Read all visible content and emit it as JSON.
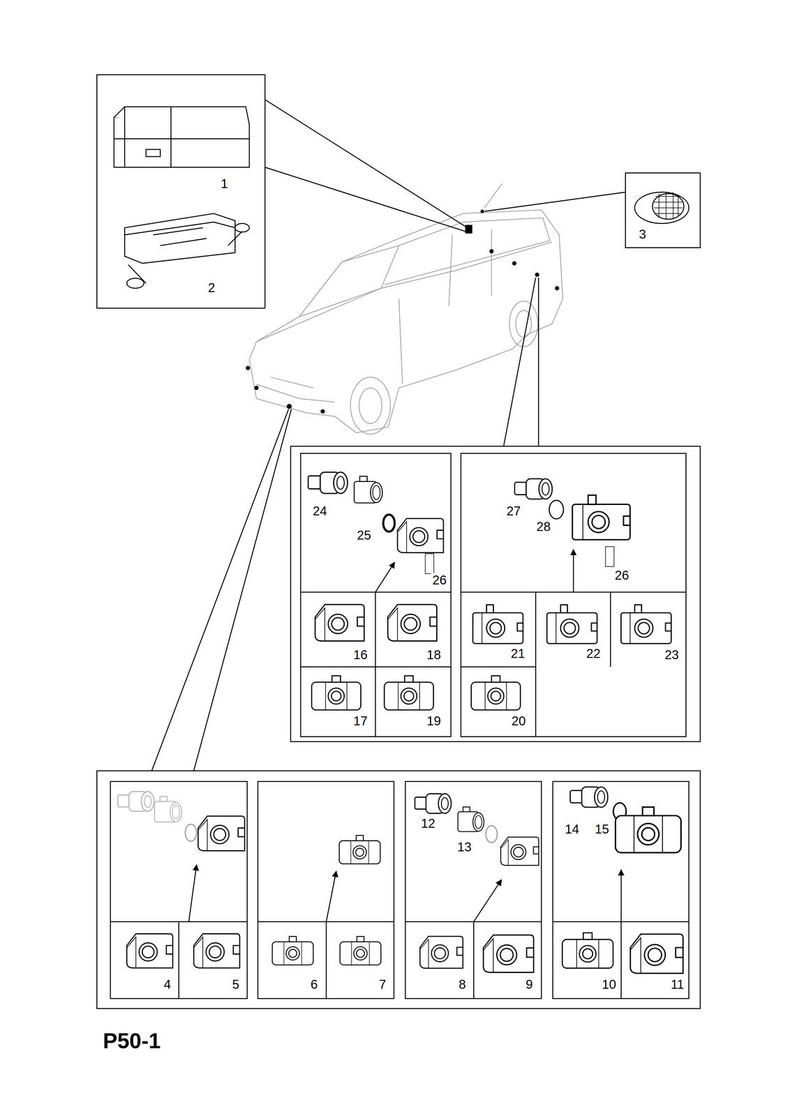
{
  "diagram": {
    "title": "P50-1",
    "labels": [
      "1",
      "2",
      "3",
      "24",
      "25",
      "26",
      "27",
      "28",
      "26",
      "16",
      "18",
      "21",
      "22",
      "23",
      "17",
      "19",
      "20",
      "12",
      "13",
      "14",
      "15",
      "4",
      "5",
      "6",
      "7",
      "8",
      "9",
      "10",
      "11"
    ]
  }
}
